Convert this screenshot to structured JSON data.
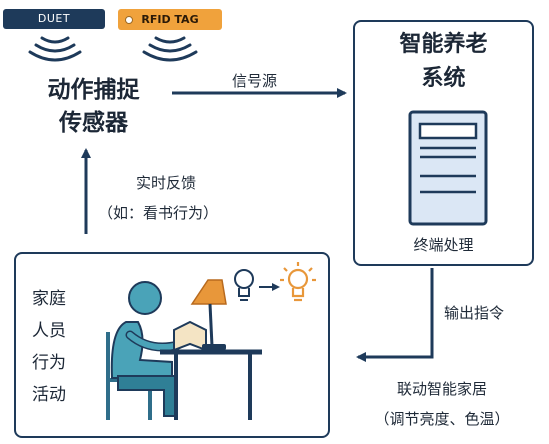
{
  "tags": {
    "duet": "DUET",
    "rfid": "RFID TAG"
  },
  "sensor": {
    "line1": "动作捕捉",
    "line2": "传感器"
  },
  "edges": {
    "signal": "信号源",
    "feedback": "实时反馈",
    "feedback_example": "（如：看书行为）",
    "output": "输出指令"
  },
  "system": {
    "line1": "智能养老",
    "line2": "系统",
    "footer": "终端处理"
  },
  "home": {
    "lines": [
      "家庭",
      "人员",
      "行为",
      "活动"
    ]
  },
  "linkage": {
    "line1": "联动智能家居",
    "line2": "（调节亮度、色温）"
  },
  "colors": {
    "navy": "#1e3a5a",
    "orange": "#f0a23c",
    "person": "#4aa3b8",
    "lamp": "#e8973a"
  }
}
